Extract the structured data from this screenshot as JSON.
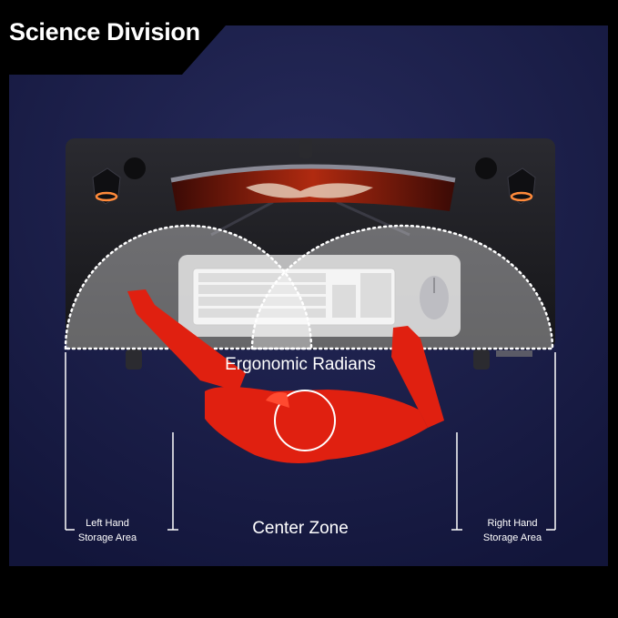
{
  "header": {
    "title": "Science Division"
  },
  "labels": {
    "ergonomic_radians": "Ergonomic Radians",
    "center_zone": "Center Zone",
    "left_storage_line1": "Left Hand",
    "left_storage_line2": "Storage Area",
    "right_storage_line1": "Right Hand",
    "right_storage_line2": "Storage Area"
  },
  "colors": {
    "background": "#000000",
    "panel": "#16193f",
    "desk": "#1b1b1f",
    "figure": "#e02010",
    "zone_fill": "#d8d8d8",
    "text": "#ffffff"
  }
}
